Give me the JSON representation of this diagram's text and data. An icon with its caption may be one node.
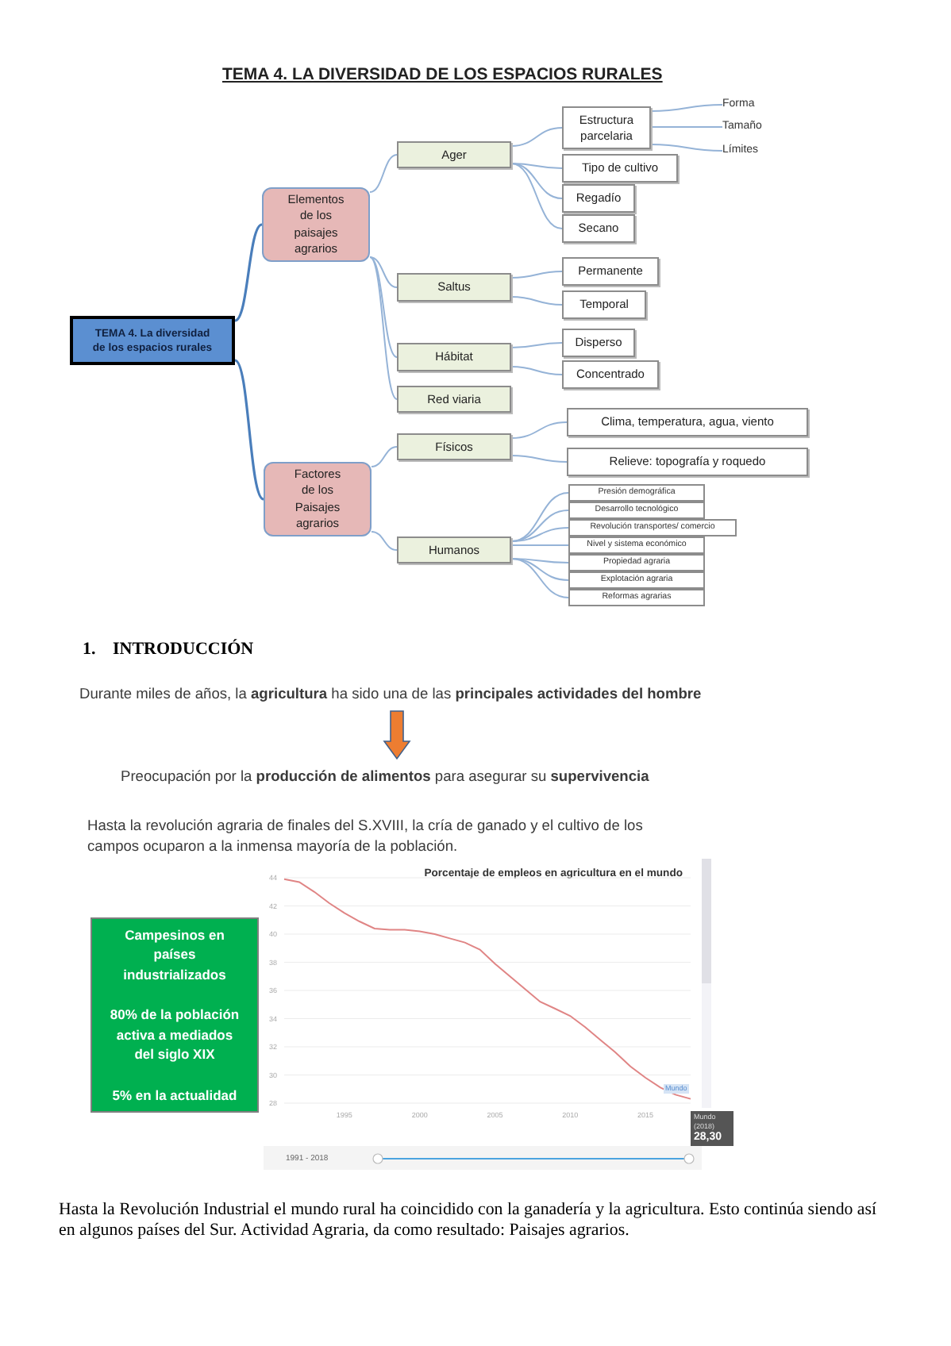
{
  "diagram": {
    "title": "TEMA 4. LA DIVERSIDAD DE LOS ESPACIOS RURALES",
    "nodes": [
      {
        "text": [
          "TEMA 4. La diversidad de los espacios rurales"
        ]
      },
      {
        "text": [
          "Elementos de los paisajes agrarios"
        ]
      },
      {
        "text": [
          "Factores de los Paisajes agrarios"
        ]
      },
      {
        "text": [
          "Ager"
        ]
      },
      {
        "text": [
          "Estructura parcelaria"
        ]
      },
      {
        "text": [
          "Forma"
        ]
      },
      {
        "text": [
          "Tamaño"
        ]
      },
      {
        "text": [
          "Límites"
        ]
      },
      {
        "text": [
          "Tipo de cultivo"
        ]
      },
      {
        "text": [
          "Regadío"
        ]
      },
      {
        "text": [
          "Secano"
        ]
      },
      {
        "text": [
          "Saltus"
        ]
      },
      {
        "text": [
          "Permanente"
        ]
      },
      {
        "text": [
          "Temporal"
        ]
      },
      {
        "text": [
          "Hábitat"
        ]
      },
      {
        "text": [
          "Disperso"
        ]
      },
      {
        "text": [
          "Concentrado"
        ]
      },
      {
        "text": [
          "Red viaria"
        ]
      },
      {
        "text": [
          "Físicos"
        ]
      },
      {
        "text": [
          "Clima, temperatura, agua, viento"
        ]
      },
      {
        "text": [
          "Relieve: topografía y roquedo"
        ]
      },
      {
        "text": [
          "Humanos"
        ]
      },
      {
        "text": [
          "Presión demográfica"
        ]
      },
      {
        "text": [
          "Desarrollo tecnológico"
        ]
      },
      {
        "text": [
          "Revolución transportes/ comercio"
        ]
      },
      {
        "text": [
          "Nivel y sistema económico"
        ]
      },
      {
        "text": [
          "Propiedad agraria"
        ]
      },
      {
        "text": [
          "Explotación agraria"
        ]
      },
      {
        "text": [
          "Reformas agrarias"
        ]
      },
      {
        "text": [
          "Durante miles de años, la **agricultura** ha sido una de las **principales actividades del hombre**"
        ]
      },
      {
        "text": [
          "Preocupación por la **producción de alimentos** para asegurar su **supervivencia**"
        ]
      },
      {
        "text": [
          "Campesinos en países industrializados",
          "80% de la población activa a mediados del siglo XIX",
          "5% en la actualidad"
        ]
      }
    ],
    "edges": [
      {
        "from": 0,
        "to": 1,
        "arrow": "none",
        "color": "#4a7ebb"
      },
      {
        "from": 0,
        "to": 2,
        "arrow": "none",
        "color": "#4a7ebb"
      },
      {
        "from": 1,
        "to": 3,
        "arrow": "none"
      },
      {
        "from": 1,
        "to": 11,
        "arrow": "none"
      },
      {
        "from": 1,
        "to": 14,
        "arrow": "none"
      },
      {
        "from": 1,
        "to": 17,
        "arrow": "none"
      },
      {
        "from": 3,
        "to": 4,
        "arrow": "none"
      },
      {
        "from": 3,
        "to": 8,
        "arrow": "none"
      },
      {
        "from": 3,
        "to": 9,
        "arrow": "none"
      },
      {
        "from": 3,
        "to": 10,
        "arrow": "none"
      },
      {
        "from": 4,
        "to": 5,
        "arrow": "none"
      },
      {
        "from": 4,
        "to": 6,
        "arrow": "none"
      },
      {
        "from": 4,
        "to": 7,
        "arrow": "none"
      },
      {
        "from": 11,
        "to": 12,
        "arrow": "none"
      },
      {
        "from": 11,
        "to": 13,
        "arrow": "none"
      },
      {
        "from": 14,
        "to": 15,
        "arrow": "none"
      },
      {
        "from": 14,
        "to": 16,
        "arrow": "none"
      },
      {
        "from": 2,
        "to": 18,
        "arrow": "none"
      },
      {
        "from": 2,
        "to": 21,
        "arrow": "none"
      },
      {
        "from": 18,
        "to": 19,
        "arrow": "none"
      },
      {
        "from": 18,
        "to": 20,
        "arrow": "none"
      },
      {
        "from": 21,
        "to": 22,
        "arrow": "none"
      },
      {
        "from": 21,
        "to": 23,
        "arrow": "none"
      },
      {
        "from": 21,
        "to": 24,
        "arrow": "none"
      },
      {
        "from": 21,
        "to": 25,
        "arrow": "none"
      },
      {
        "from": 21,
        "to": 26,
        "arrow": "none"
      },
      {
        "from": 21,
        "to": 27,
        "arrow": "none"
      },
      {
        "from": 21,
        "to": 28,
        "arrow": "none"
      },
      {
        "from": 29,
        "to": 30,
        "arrow": "to",
        "style": "thick",
        "color": "#ed7d31"
      }
    ],
    "labels": [
      "1. INTRODUCCIÓN",
      "Hasta la revolución agraria de finales del S.XVIII, la cría de ganado y el cultivo de los campos ocuparon a la inmensa mayoría de la población.",
      "Hasta la Revolución Industrial el mundo rural ha coincidido con la ganadería y la agricultura. Esto continúa siendo así en algunos países del Sur. Actividad Agraria, da como resultado: Paisajes agrarios."
    ],
    "chart_data": {
      "type": "line",
      "title": "Porcentaje de empleos en agricultura en el mundo",
      "x": [
        1991,
        1992,
        1993,
        1994,
        1995,
        1996,
        1997,
        1998,
        1999,
        2000,
        2001,
        2002,
        2003,
        2004,
        2005,
        2006,
        2007,
        2008,
        2009,
        2010,
        2011,
        2012,
        2013,
        2014,
        2015,
        2016,
        2017,
        2018
      ],
      "series": [
        {
          "name": "Mundo",
          "color": "#e08585",
          "values": [
            43.9,
            43.7,
            43.0,
            42.2,
            41.5,
            40.9,
            40.4,
            40.3,
            40.3,
            40.2,
            40.0,
            39.7,
            39.4,
            38.9,
            37.9,
            37.0,
            36.1,
            35.2,
            34.7,
            34.2,
            33.4,
            32.5,
            31.6,
            30.6,
            29.8,
            29.1,
            28.6,
            28.3
          ]
        }
      ],
      "xlim": [
        1991,
        2018
      ],
      "ylim": [
        28,
        44
      ],
      "xticks": [
        1995,
        2000,
        2005,
        2010,
        2015
      ],
      "yticks": [
        28,
        30,
        32,
        34,
        36,
        38,
        40,
        42,
        44
      ],
      "grid": true,
      "annotations": [
        "Mundo (2018)",
        "28,30",
        "1991 - 2018"
      ]
    }
  }
}
